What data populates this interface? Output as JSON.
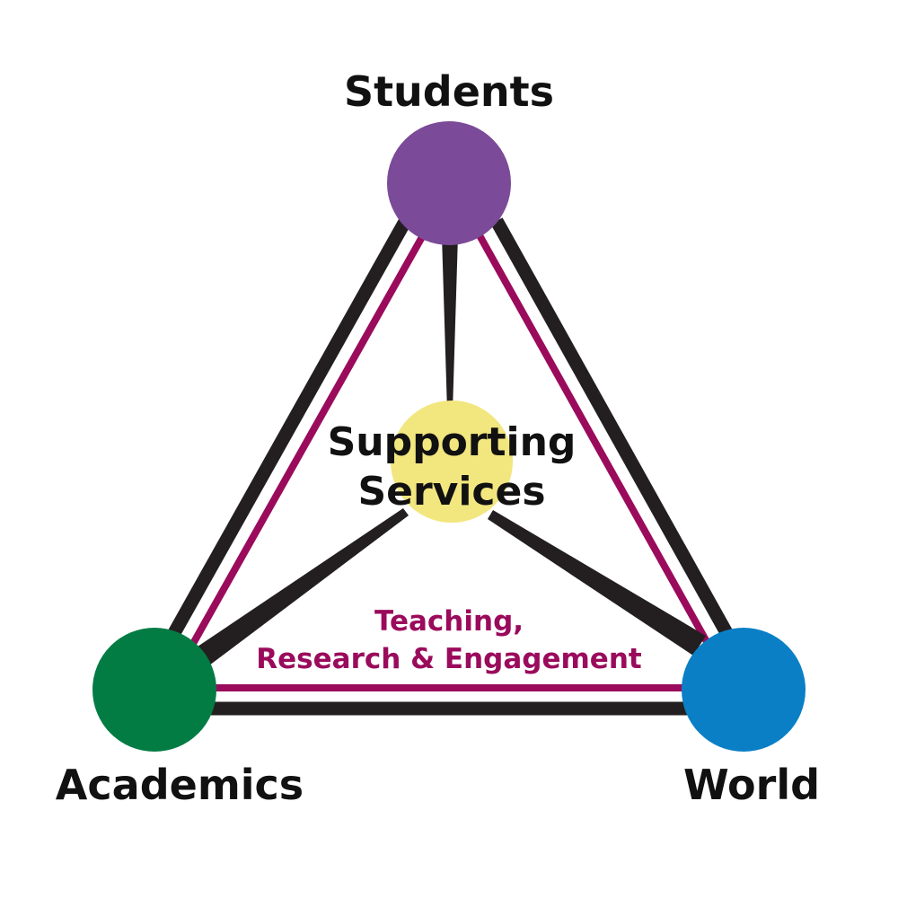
{
  "diagram": {
    "nodes": {
      "students": {
        "label": "Students",
        "color": "#7b4a98"
      },
      "academics": {
        "label": "Academics",
        "color": "#037c44"
      },
      "world": {
        "label": "World",
        "color": "#0a7fc6"
      },
      "center": {
        "line1": "Supporting",
        "line2": "Services",
        "color": "#f2e67f"
      }
    },
    "inner_label": {
      "line1": "Teaching,",
      "line2": "Research & Engagement",
      "color": "#9a0b5c"
    },
    "colors": {
      "outer_edge": "#231f20",
      "inner_edge": "#9a0b5c"
    }
  }
}
